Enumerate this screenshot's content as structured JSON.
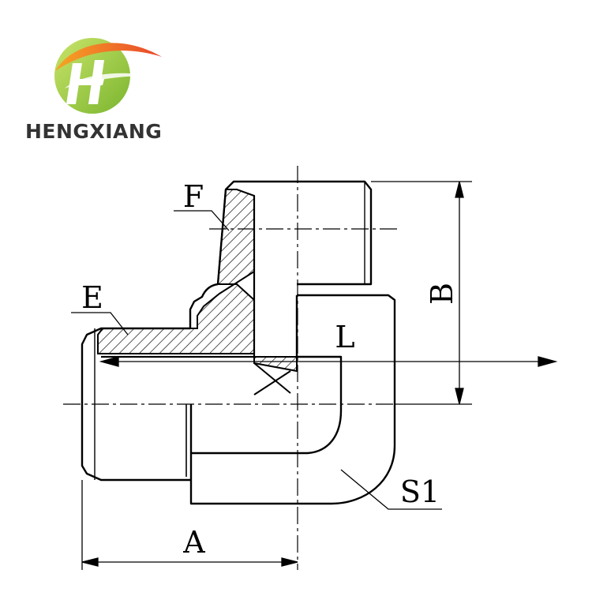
{
  "logo": {
    "brand_name": "HENGXIANG",
    "colors": {
      "orange": "#f28c28",
      "red": "#e53a2d",
      "green": "#8cc63f",
      "text": "#333333"
    }
  },
  "drawing": {
    "labels": {
      "dim_a": "A",
      "dim_b": "B",
      "label_e": "E",
      "label_f": "F",
      "label_l": "L",
      "label_s1": "S1"
    },
    "line_color": "#000000"
  }
}
